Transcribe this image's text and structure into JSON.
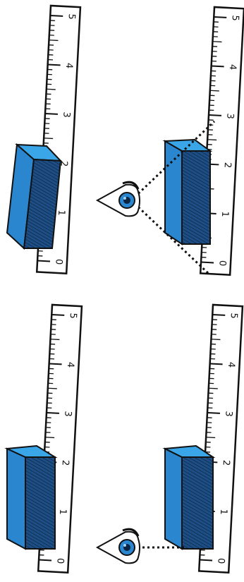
{
  "figure": {
    "panels": [
      {
        "id": "top-left",
        "eye": false,
        "sight": "none"
      },
      {
        "id": "top-right",
        "eye": true,
        "sight": "tilted"
      },
      {
        "id": "bottom-left",
        "eye": false,
        "sight": "none"
      },
      {
        "id": "bottom-right",
        "eye": true,
        "sight": "level"
      }
    ],
    "ruler": {
      "tick_labels": [
        "0",
        "1",
        "2",
        "3",
        "4",
        "5"
      ]
    },
    "colors": {
      "block_front": "#2a86cf",
      "block_top": "#3aa6e8",
      "block_side": "#1d4f86",
      "outline": "#111111",
      "ruler_fill": "#ffffff",
      "iris": "#2a86cf"
    },
    "icons": [
      "eye-icon",
      "dotted-sight-line"
    ]
  }
}
